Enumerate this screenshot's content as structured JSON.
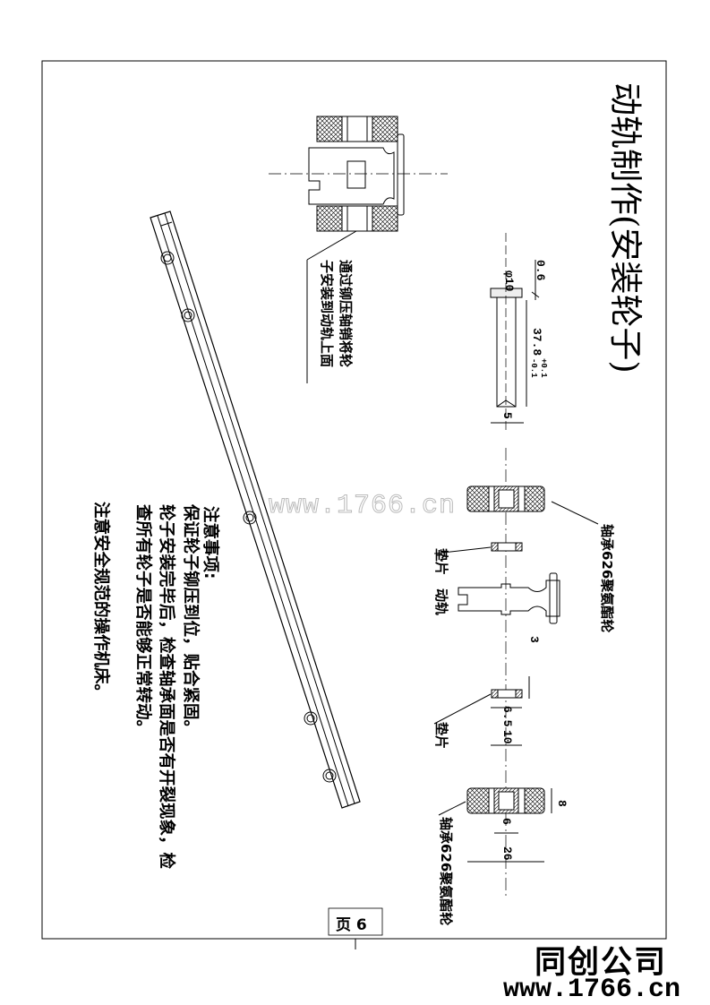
{
  "title": "动轨制作(安装轮子)",
  "notes": {
    "heading": "注意事项:",
    "lines": [
      "保证轮子铆压到位，贴合紧固。",
      "轮子安装完毕后，检查轴承面是否有开裂现象，检",
      "查所有轮子是否能够正常转动。",
      "注意安全规范的操作机床。"
    ]
  },
  "callout": {
    "line1": "通过铆压轴销将轮",
    "line2": "子安装到动轨上面"
  },
  "labels": {
    "bearing_top": "轴承626聚氨酯轮",
    "bearing_bottom": "轴承626聚氨酯轮",
    "washer_top": "垫片",
    "washer_bottom": "垫片",
    "rail": "动轨"
  },
  "dimensions": {
    "pin_diameter": "φ10",
    "pin_chamfer": "0.6",
    "pin_length": "37.8",
    "pin_tolerance_upper": "+0.1",
    "pin_tolerance_lower": "-0.1",
    "pin_tip": "5",
    "washer_thickness": "3",
    "washer_inner": "6.5",
    "washer_outer": "10",
    "bearing_width": "8",
    "bearing_inner": "6",
    "bearing_outer": "26"
  },
  "watermark": "www.1766.cn",
  "page_label": "页 6",
  "footer": {
    "company": "同创公司",
    "website": "www.1766.cn"
  }
}
